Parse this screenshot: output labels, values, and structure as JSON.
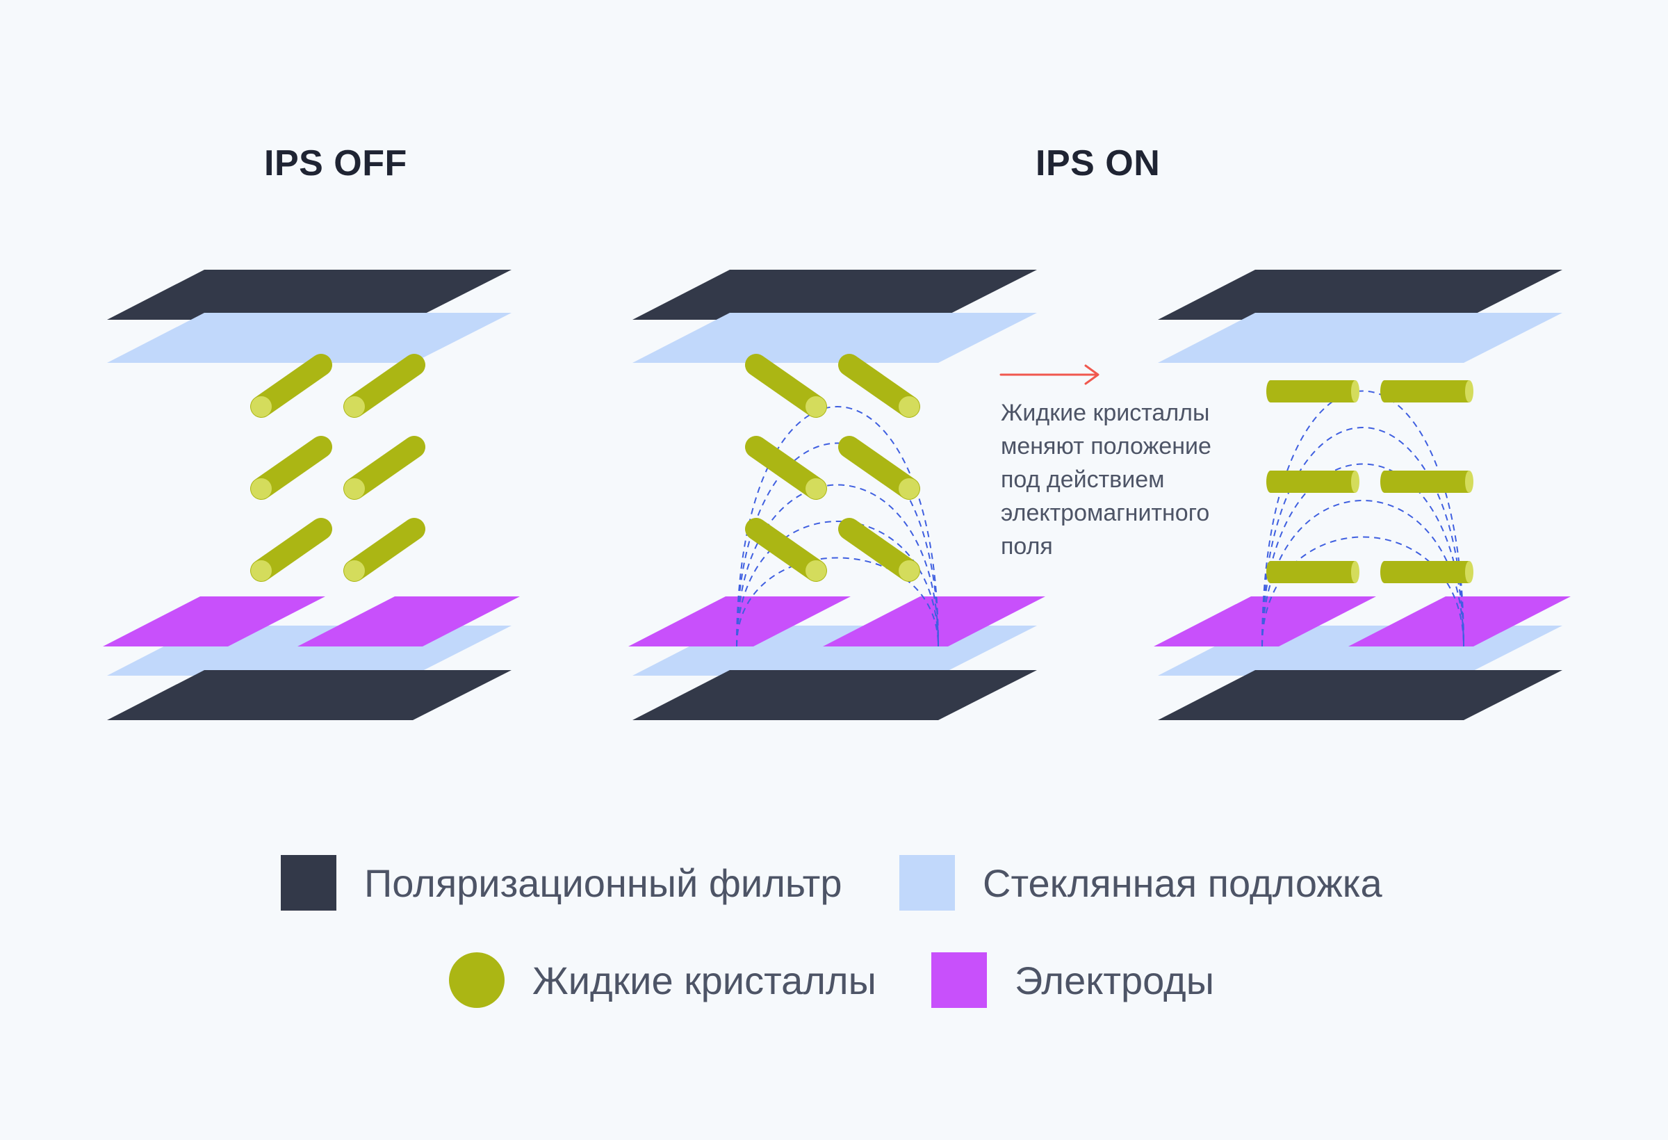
{
  "titles": {
    "off": "IPS OFF",
    "on": "IPS ON"
  },
  "note": {
    "lines": [
      "Жидкие кристаллы",
      "меняют положение",
      "под действием",
      "электромагнитного",
      "поля"
    ]
  },
  "legend": [
    {
      "label": "Поляризационный фильтр",
      "color": "#333949",
      "shape": "square"
    },
    {
      "label": "Стеклянная подложка",
      "color": "#c1d8fb",
      "shape": "square"
    },
    {
      "label": "Жидкие кристаллы",
      "color": "#abb614",
      "shape": "circle"
    },
    {
      "label": "Электроды",
      "color": "#c850fb",
      "shape": "square"
    }
  ],
  "colors": {
    "polarizer": "#333949",
    "glass": "#c1d8fb",
    "crystal": "#abb614",
    "crystal_cap": "#d4dc5c",
    "electrode": "#c850fb",
    "field_lines": "#3f5fe0",
    "arrow": "#f0584e",
    "background": "#f6f9fc"
  },
  "icons": {
    "arrow": "arrow-right-icon"
  }
}
